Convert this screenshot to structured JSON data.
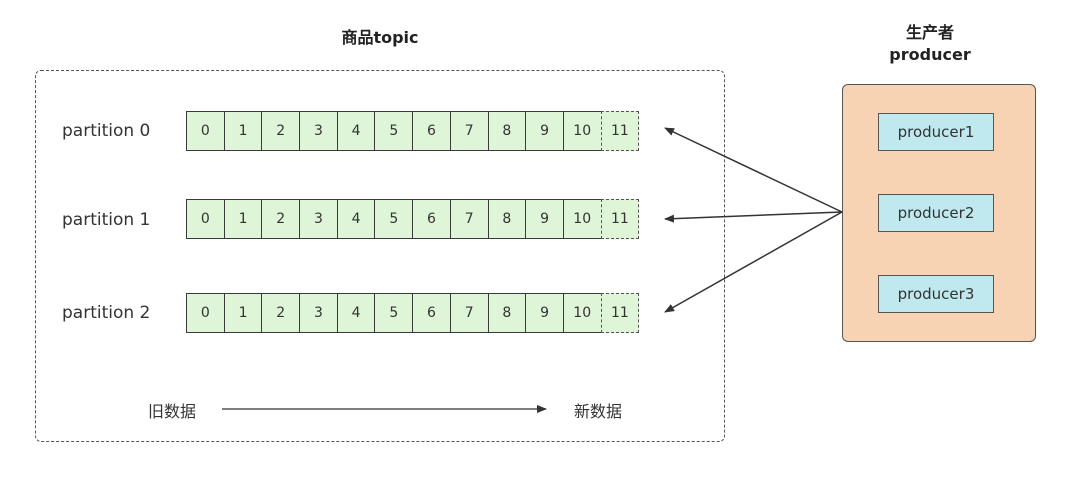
{
  "topic": {
    "title": "商品topic",
    "partitions": [
      {
        "label": "partition 0",
        "offsets": [
          "0",
          "1",
          "2",
          "3",
          "4",
          "5",
          "6",
          "7",
          "8",
          "9",
          "10",
          "11"
        ],
        "new_offset": "11"
      },
      {
        "label": "partition 1",
        "offsets": [
          "0",
          "1",
          "2",
          "3",
          "4",
          "5",
          "6",
          "7",
          "8",
          "9",
          "10",
          "11"
        ],
        "new_offset": "11"
      },
      {
        "label": "partition 2",
        "offsets": [
          "0",
          "1",
          "2",
          "3",
          "4",
          "5",
          "6",
          "7",
          "8",
          "9",
          "10",
          "11"
        ],
        "new_offset": "11"
      }
    ],
    "axis": {
      "old_label": "旧数据",
      "new_label": "新数据"
    }
  },
  "producer_group": {
    "title_cn": "生产者",
    "title_en": "producer",
    "producers": [
      "producer1",
      "producer2",
      "producer3"
    ]
  },
  "colors": {
    "cell_fill": "#dff5d8",
    "producer_group_fill": "#f8d3b3",
    "producer_fill": "#bfe9ee",
    "line": "#333333"
  }
}
